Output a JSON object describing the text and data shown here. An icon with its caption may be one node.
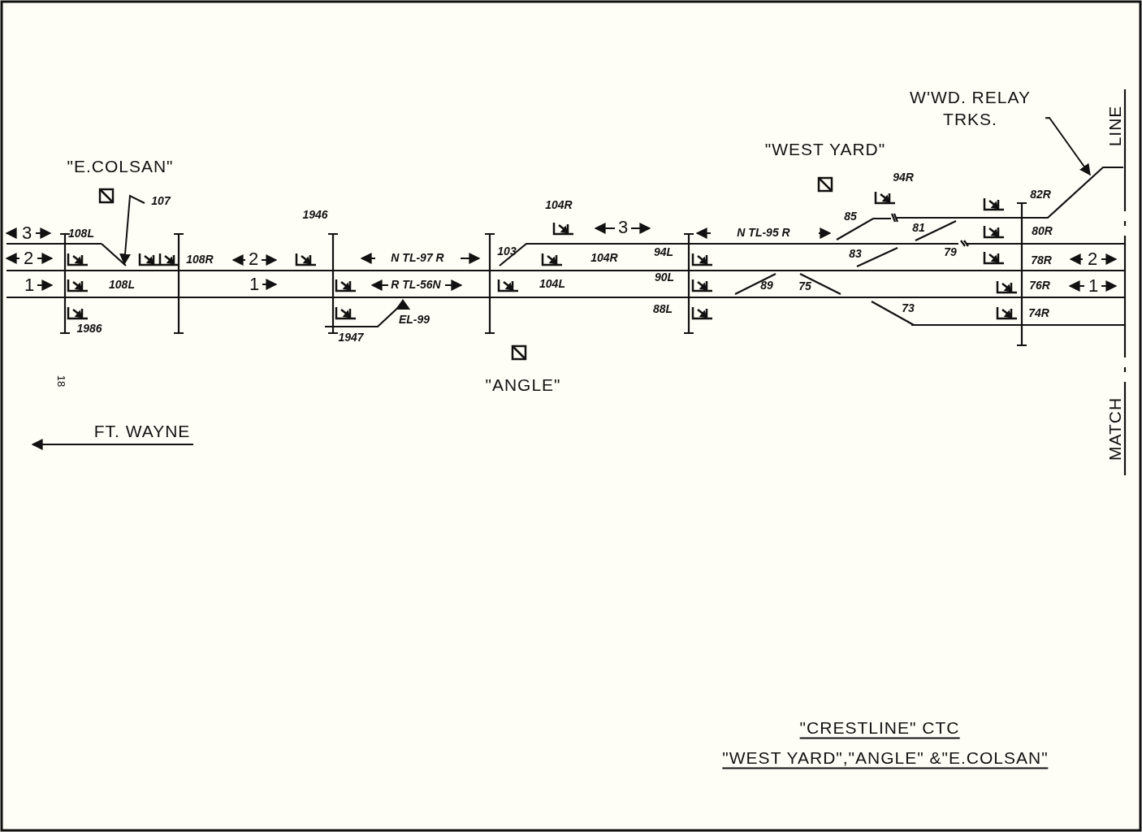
{
  "diagram": {
    "title": "\"CRESTLINE\" CTC",
    "caption": "\"WEST YARD\",\"ANGLE\" &\"E.COLSAN\"",
    "nodes": [
      {
        "text": [
          "107"
        ]
      },
      {
        "text": [
          "W'WD. RELAY TRKS."
        ]
      },
      {
        "text": [],
        "shape": "line"
      }
    ],
    "edges": [
      {
        "from": 0,
        "to": 2,
        "arrow": "to"
      },
      {
        "from": 1,
        "to": null,
        "arrow": "to"
      }
    ],
    "labels": [
      "LINE",
      "\"WEST YARD\"",
      "\"E.COLSAN\"",
      "94R",
      "82R",
      "1946",
      "104R",
      "3",
      "108L",
      "3",
      "85",
      "N TL-95 R",
      "81",
      "80R",
      "2",
      "108R",
      "2",
      "N TL-97 R",
      "103",
      "104R",
      "94L",
      "83",
      "79",
      "78R",
      "2",
      "1",
      "108L",
      "1",
      "R TL-56N",
      "104L",
      "90L",
      "89",
      "75",
      "76R",
      "1",
      "88L",
      "73",
      "74R",
      "1986",
      "EL-99",
      "1947",
      "18",
      "\"ANGLE\"",
      "FT. WAYNE",
      "MATCH"
    ]
  }
}
